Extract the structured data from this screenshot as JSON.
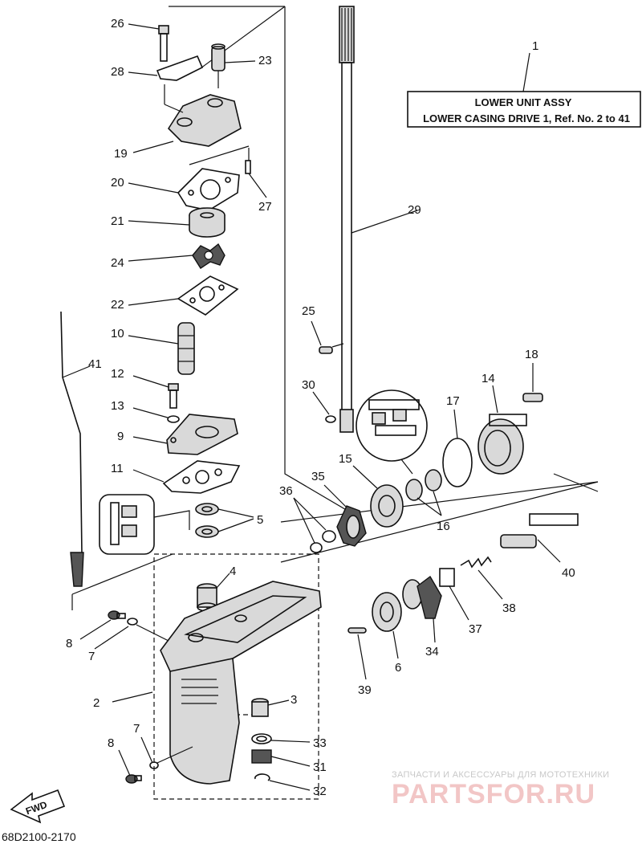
{
  "assy_box": {
    "ref": "1",
    "line1": "LOWER UNIT ASSY",
    "line2": "LOWER CASING DRIVE 1, Ref. No. 2 to 41"
  },
  "callouts": {
    "c2": "2",
    "c3": "3",
    "c4": "4",
    "c5": "5",
    "c6": "6",
    "c7a": "7",
    "c7b": "7",
    "c8a": "8",
    "c8b": "8",
    "c9": "9",
    "c10": "10",
    "c11": "11",
    "c12": "12",
    "c13": "13",
    "c14": "14",
    "c15": "15",
    "c16": "16",
    "c17": "17",
    "c18": "18",
    "c19": "19",
    "c20": "20",
    "c21": "21",
    "c22": "22",
    "c23": "23",
    "c24": "24",
    "c25": "25",
    "c26": "26",
    "c27": "27",
    "c28": "28",
    "c29": "29",
    "c30": "30",
    "c31": "31",
    "c32": "32",
    "c33": "33",
    "c34": "34",
    "c35": "35",
    "c36": "36",
    "c37": "37",
    "c38": "38",
    "c39": "39",
    "c40": "40",
    "c41": "41"
  },
  "fwd_label": "FWD",
  "diagram_code": "68D2100-2170",
  "watermark": {
    "tagline": "ЗАПЧАСТИ И АКСЕССУАРЫ ДЛЯ МОТОТЕХНИКИ",
    "brand": "PARTSFOR.RU"
  }
}
